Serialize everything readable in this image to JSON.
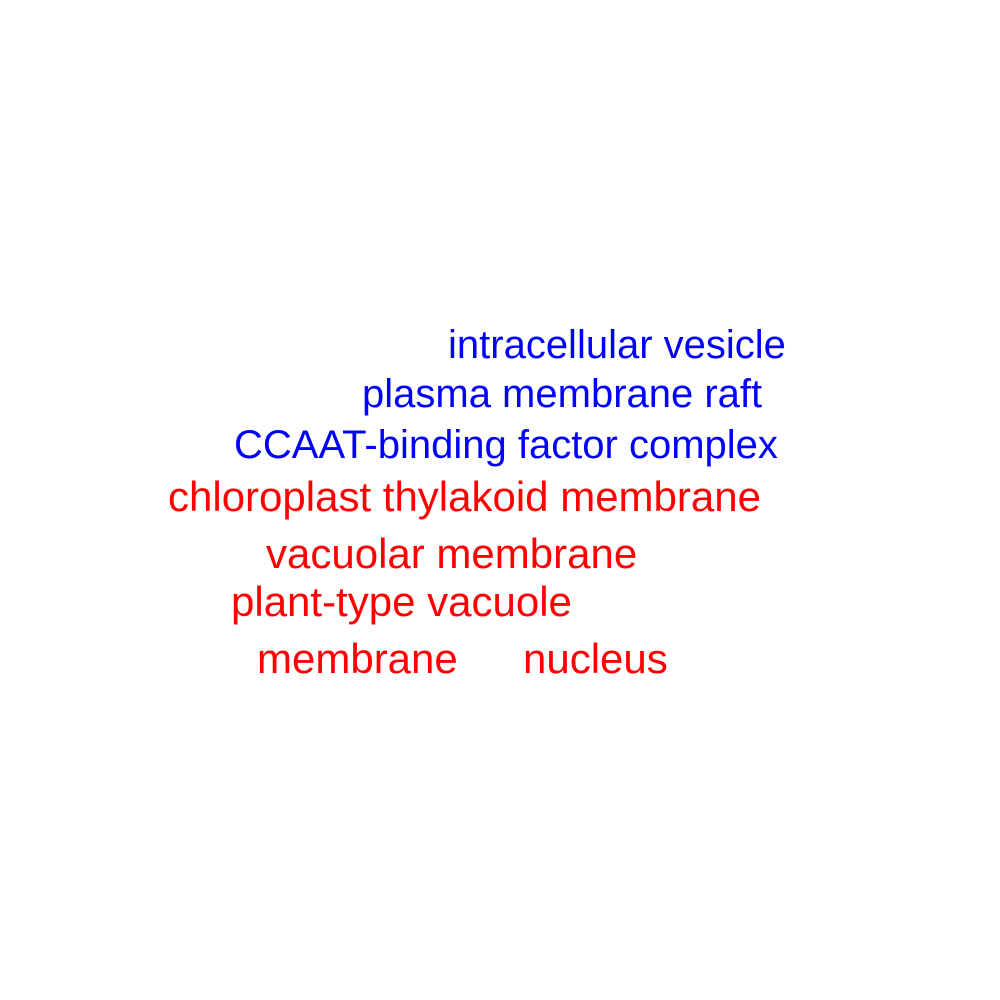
{
  "colors": {
    "upregulated": "#0000ff",
    "downregulated": "#ff0000",
    "background": "#ffffff"
  },
  "terms": [
    {
      "text": "intracellular vesicle",
      "color": "#0000ff"
    },
    {
      "text": "plasma membrane raft",
      "color": "#0000ff"
    },
    {
      "text": "CCAAT-binding factor complex",
      "color": "#0000ff"
    },
    {
      "text": "chloroplast thylakoid membrane",
      "color": "#ff0000"
    },
    {
      "text": "vacuolar membrane",
      "color": "#ff0000"
    },
    {
      "text": "plant-type vacuole",
      "color": "#ff0000"
    },
    {
      "text": "membrane",
      "color": "#ff0000"
    },
    {
      "text": "nucleus",
      "color": "#ff0000"
    }
  ]
}
